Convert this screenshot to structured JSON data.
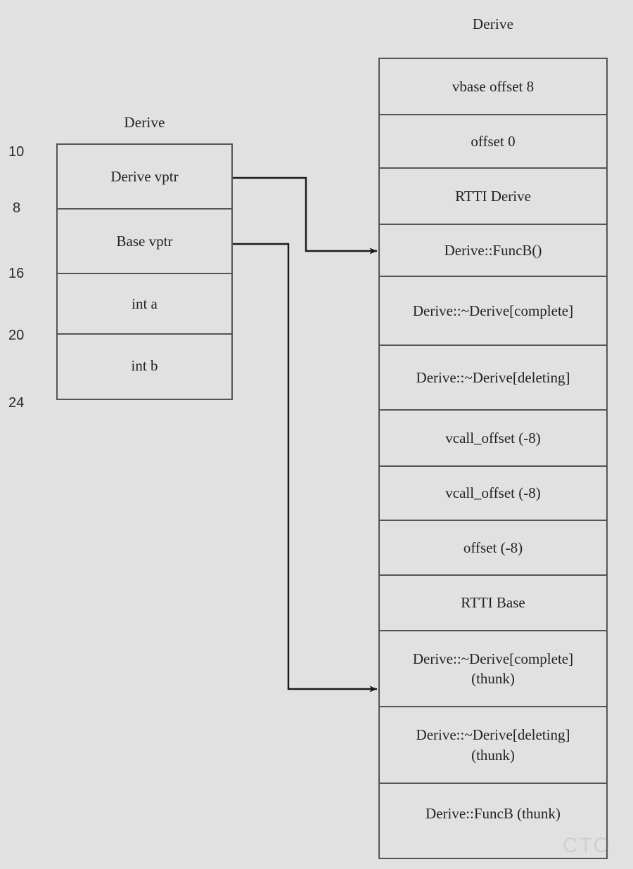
{
  "diagram": {
    "title_left": "Derive",
    "title_right": "Derive",
    "object_layout": {
      "caption": "Derive",
      "offsets": [
        "10",
        "8",
        "16",
        "20",
        "24"
      ],
      "rows": [
        {
          "label": "Derive vptr"
        },
        {
          "label": "Base vptr"
        },
        {
          "label": "int a"
        },
        {
          "label": "int b"
        }
      ]
    },
    "vtable": {
      "caption": "Derive",
      "rows": [
        {
          "label": "vbase offset 8",
          "sub": ""
        },
        {
          "label": "offset 0",
          "sub": ""
        },
        {
          "label": "RTTI Derive",
          "sub": ""
        },
        {
          "label": "Derive::FuncB()",
          "sub": ""
        },
        {
          "label": "Derive::~Derive[complete]",
          "sub": ""
        },
        {
          "label": "Derive::~Derive[deleting]",
          "sub": ""
        },
        {
          "label": "vcall_offset (-8)",
          "sub": ""
        },
        {
          "label": "vcall_offset (-8)",
          "sub": ""
        },
        {
          "label": "offset (-8)",
          "sub": ""
        },
        {
          "label": "RTTI Base",
          "sub": ""
        },
        {
          "label": "Derive::~Derive[complete]",
          "sub": "(thunk)"
        },
        {
          "label": "Derive::~Derive[deleting]",
          "sub": "(thunk)"
        },
        {
          "label": "Derive::FuncB (thunk)",
          "sub": ""
        }
      ]
    },
    "connectors": [
      {
        "from": "Derive vptr",
        "to": "Derive::FuncB()"
      },
      {
        "from": "Base vptr",
        "to": "Derive::~Derive[complete] (thunk)"
      }
    ],
    "watermark": "CTO",
    "colors": {
      "background": "#e1e1e1",
      "border": "#555555",
      "text": "#232323"
    }
  }
}
